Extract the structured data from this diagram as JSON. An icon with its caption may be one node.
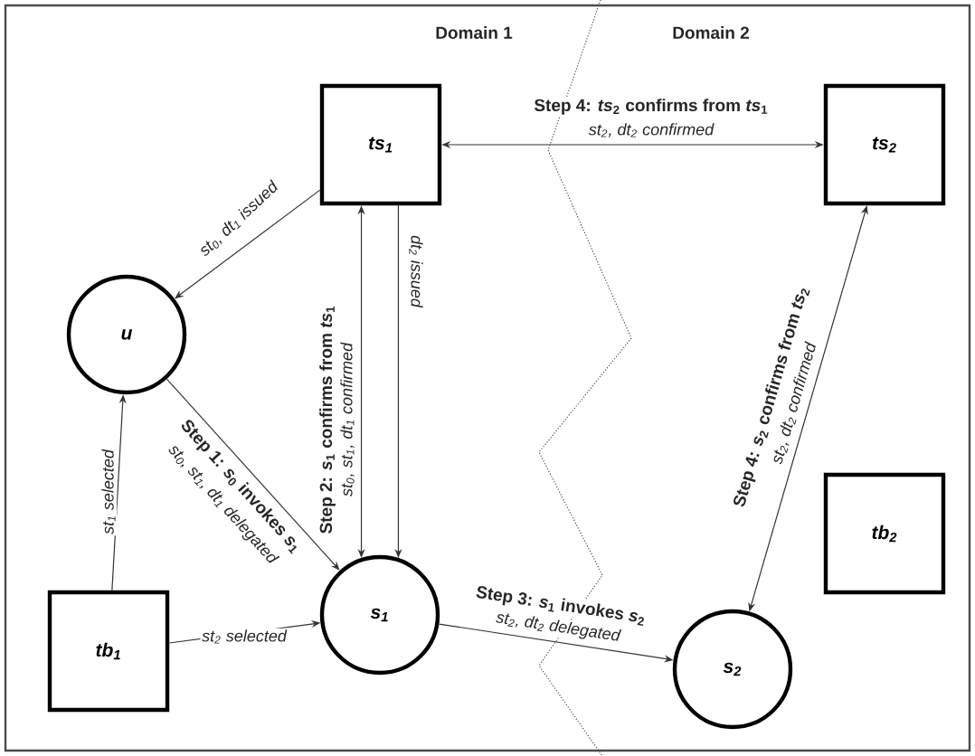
{
  "diagram": {
    "nodes": [
      {
        "text": [
          "ts$_{1}$"
        ]
      },
      {
        "text": [
          "ts$_{2}$"
        ]
      },
      {
        "text": [
          "u"
        ]
      },
      {
        "text": [
          "s$_{1}$"
        ]
      },
      {
        "text": [
          "s$_{2}$"
        ]
      },
      {
        "text": [
          "tb$_{1}$"
        ]
      },
      {
        "text": [
          "tb$_{2}$"
        ]
      }
    ],
    "edges": [
      {
        "from": 0,
        "to": 2,
        "arrow": "to",
        "label": "st$_{0}$, dt$_{1}$ issued"
      },
      {
        "from": 0,
        "to": 1,
        "arrow": "both",
        "label": "Step 4: *ts*$_{2}$ confirms from *ts*$_{1}$"
      },
      {
        "from": 3,
        "to": 0,
        "arrow": "both",
        "label": "Step 2: *s*$_{1}$ confirms from *ts*$_{1}$"
      },
      {
        "from": 0,
        "to": 3,
        "arrow": "to",
        "label": "dt$_{2}$ issued"
      },
      {
        "from": 2,
        "to": 3,
        "arrow": "to",
        "label": "Step 1: *s*$_{0}$ invokes *s*$_{1}$"
      },
      {
        "from": 5,
        "to": 2,
        "arrow": "to",
        "label": "st$_{1}$ selected"
      },
      {
        "from": 5,
        "to": 3,
        "arrow": "to",
        "label": "st$_{2}$ selected"
      },
      {
        "from": 3,
        "to": 4,
        "arrow": "to",
        "label": "Step 3: *s*$_{1}$ invokes *s*$_{2}$"
      },
      {
        "from": 4,
        "to": 1,
        "arrow": "both",
        "label": "Step 4: *s*$_{2}$ confirms from *ts*$_{2}$"
      }
    ],
    "labels": [
      "Domain 1",
      "Domain 2",
      "st$_{2}$, dt$_{2}$ confirmed",
      "st$_{0}$, st$_{1}$, dt$_{1}$ confirmed",
      "st$_{2}$, dt$_{2}$ confirmed",
      "st$_{0}$, st$_{1}$, dt$_{1}$ delegated",
      "st$_{2}$, dt$_{2}$ delegated"
    ]
  }
}
